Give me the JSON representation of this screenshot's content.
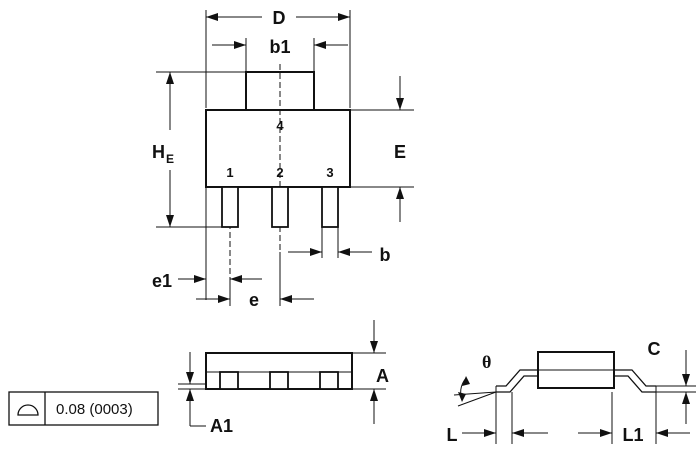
{
  "labels": {
    "D": "D",
    "b1": "b1",
    "HE_main": "H",
    "HE_sub": "E",
    "E": "E",
    "b": "b",
    "e1": "e1",
    "e": "e",
    "A": "A",
    "A1": "A1",
    "C": "C",
    "L": "L",
    "L1": "L1",
    "theta": "θ"
  },
  "pins": [
    "1",
    "2",
    "3",
    "4"
  ],
  "tolerance": {
    "symbol": "surface-profile-icon",
    "value": "0.08 (0003)"
  }
}
